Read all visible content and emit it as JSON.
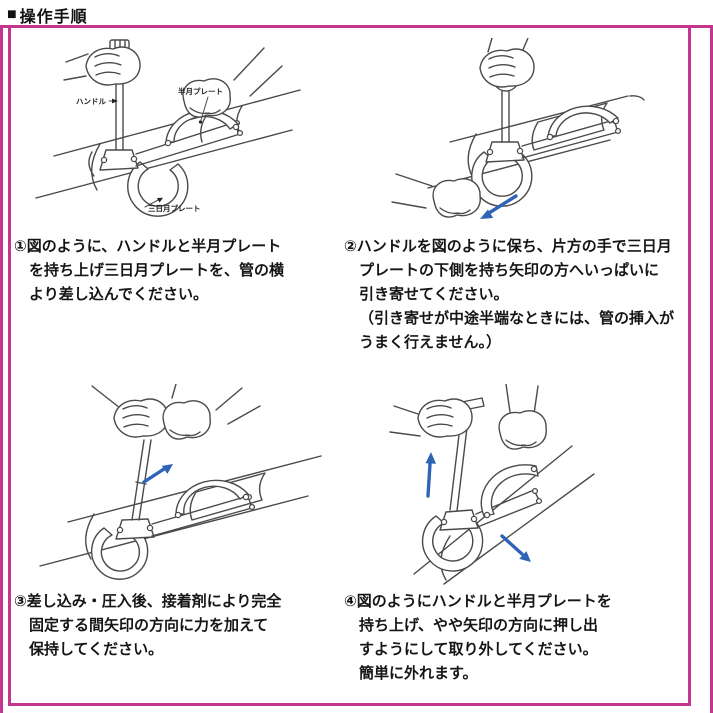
{
  "colors": {
    "border": "#c5348f",
    "arrow": "#2f63b8",
    "art": "#4a4a4a",
    "text": "#151515"
  },
  "header": {
    "bullet": "■",
    "title": "操作手順"
  },
  "figure1": {
    "labels": {
      "handle": "ハンドル",
      "half_moon": "半月プレート",
      "crescent": "三日月プレート"
    }
  },
  "steps": [
    {
      "text": "①図のように、ハンドルと半月プレート\nを持ち上げ三日月プレートを、管の横\nより差し込んでください。"
    },
    {
      "text": "②ハンドルを図のように保ち、片方の手で三日月\nプレートの下側を持ち矢印の方へいっぱいに\n引き寄せてください。\n（引き寄せが中途半端なときには、管の挿入が\nうまく行えません。）"
    },
    {
      "text": "③差し込み・圧入後、接着剤により完全\n固定する間矢印の方向に力を加えて\n保持してください。"
    },
    {
      "text": "④図のようにハンドルと半月プレートを\n持ち上げ、やや矢印の方向に押し出\nすようにして取り外してください。\n簡単に外れます。"
    }
  ]
}
